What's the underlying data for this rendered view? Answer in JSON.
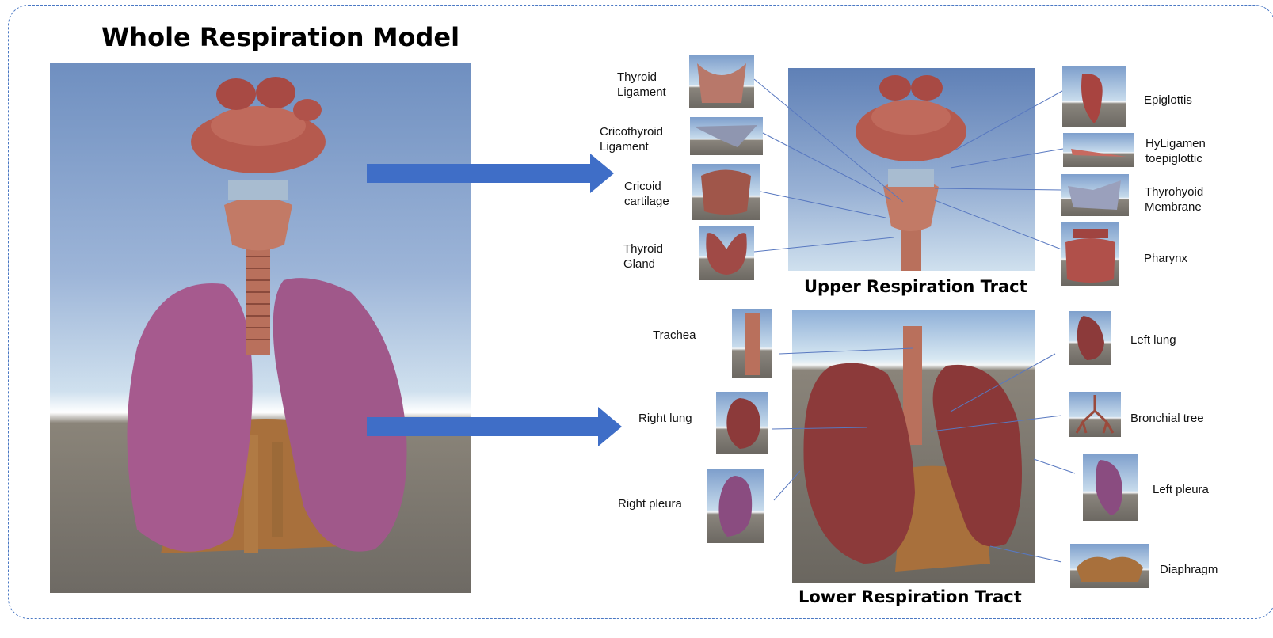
{
  "titles": {
    "main": "Whole Respiration Model",
    "upper": "Upper Respiration Tract",
    "lower": "Lower Respiration Tract"
  },
  "upper_labels": {
    "thyroid_ligament": "Thyroid\nLigament",
    "cricothyroid_ligament": "Cricothyroid\nLigament",
    "cricoid_cartilage": "Cricoid\ncartilage",
    "thyroid_gland": "Thyroid\nGland",
    "epiglottis": "Epiglottis",
    "hyoepiglottic_ligament": "HyLigamen\ntoepiglottic",
    "thyrohyoid_membrane": "Thyrohyoid\nMembrane",
    "pharynx": "Pharynx"
  },
  "lower_labels": {
    "trachea": "Trachea",
    "right_lung": "Right lung",
    "right_pleura": "Right pleura",
    "left_lung": "Left lung",
    "bronchial_tree": "Bronchial tree",
    "left_pleura": "Left pleura",
    "diaphragm": "Diaphragm"
  },
  "colors": {
    "arrow": "#3f6ec7",
    "leader_line": "#5878c0",
    "frame_border": "#4a78c4",
    "lung_purple": "#a65a8e",
    "tissue_red": "#a84a44"
  }
}
